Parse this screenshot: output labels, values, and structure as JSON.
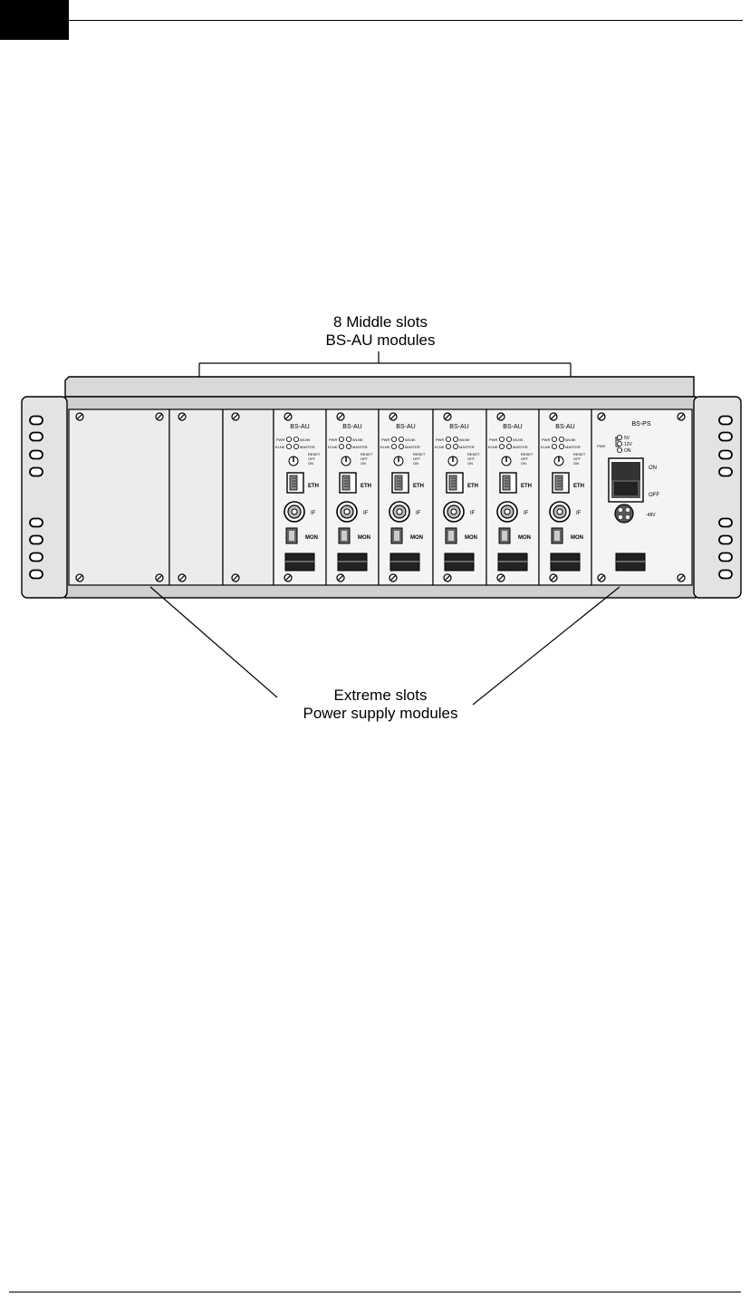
{
  "callouts": {
    "top": {
      "line1": "8 Middle slots",
      "line2": "BS-AU modules"
    },
    "bottom": {
      "line1": "Extreme slots",
      "line2": "Power supply modules"
    }
  },
  "au_module": {
    "title": "BS-AU",
    "led_pwr": "PWR",
    "led_wlnk": "WLNK",
    "led_ethr": "ELNK",
    "led_master": "MASTER",
    "switch_reset": "RESET",
    "switch_off": "OFF",
    "switch_on": "ON",
    "port_eth": "ETH",
    "port_if": "IF",
    "port_mon": "MON"
  },
  "ps_module": {
    "title": "BS-PS",
    "pwr_label": "PWR",
    "led_5v": "5V",
    "led_12v": "12V",
    "led_on": "ON",
    "switch_on": "ON",
    "switch_off": "OFF",
    "input_label": "-48V"
  }
}
